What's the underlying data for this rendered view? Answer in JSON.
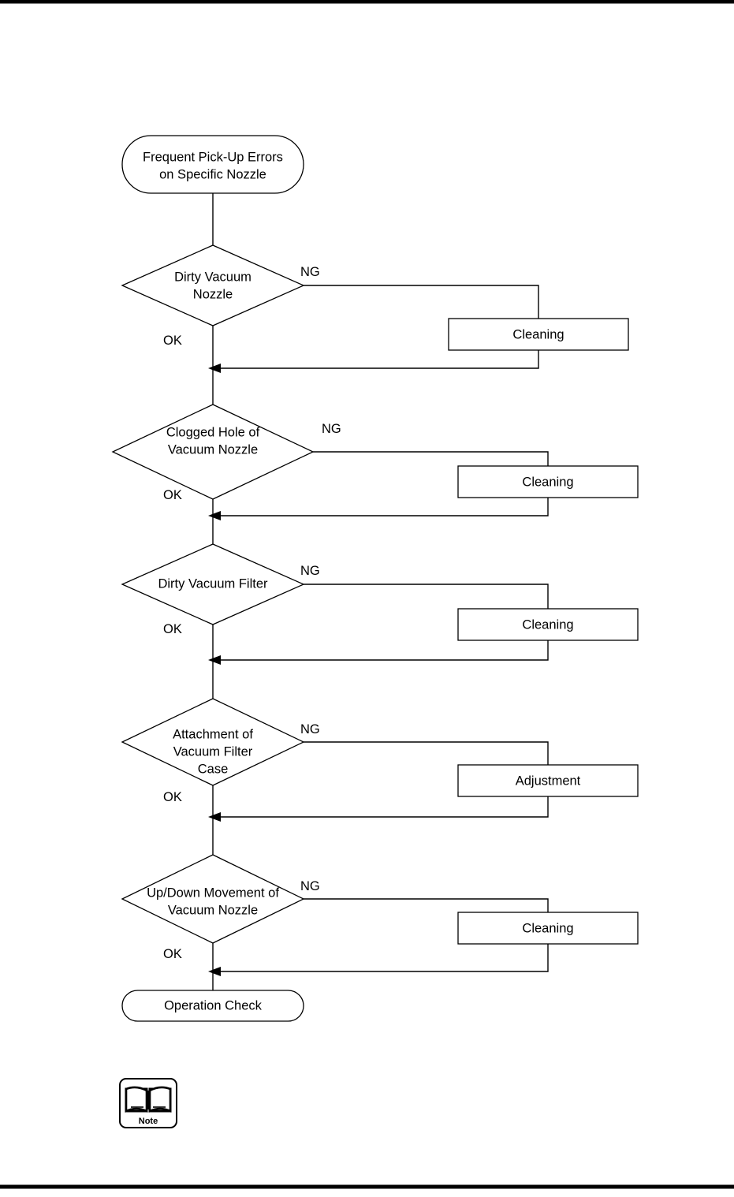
{
  "document": {
    "type": "troubleshooting-flowchart",
    "title": "Frequent Pick-Up Errors on Specific Nozzle"
  },
  "flowchart": {
    "start": {
      "id": "start",
      "shape": "stadium",
      "label_line1": "Frequent Pick-Up Errors",
      "label_line2": "on Specific Nozzle"
    },
    "end": {
      "id": "end",
      "shape": "stadium",
      "label": "Operation Check"
    },
    "edge_labels": {
      "ok": "OK",
      "ng": "NG"
    },
    "steps": [
      {
        "id": "step-1",
        "decision": {
          "shape": "diamond",
          "label_line1": "Dirty Vacuum",
          "label_line2": "Nozzle",
          "label_line3": ""
        },
        "ok_label": "OK",
        "ng_label": "NG",
        "action": {
          "shape": "rect",
          "label": "Cleaning"
        }
      },
      {
        "id": "step-2",
        "decision": {
          "shape": "diamond",
          "label_line1": "Clogged Hole of",
          "label_line2": "Vacuum Nozzle",
          "label_line3": ""
        },
        "ok_label": "OK",
        "ng_label": "NG",
        "action": {
          "shape": "rect",
          "label": "Cleaning"
        }
      },
      {
        "id": "step-3",
        "decision": {
          "shape": "diamond",
          "label_line1": "Dirty Vacuum Filter",
          "label_line2": "",
          "label_line3": ""
        },
        "ok_label": "OK",
        "ng_label": "NG",
        "action": {
          "shape": "rect",
          "label": "Cleaning"
        }
      },
      {
        "id": "step-4",
        "decision": {
          "shape": "diamond",
          "label_line1": "Attachment of",
          "label_line2": "Vacuum Filter",
          "label_line3": "Case"
        },
        "ok_label": "OK",
        "ng_label": "NG",
        "action": {
          "shape": "rect",
          "label": "Adjustment"
        }
      },
      {
        "id": "step-5",
        "decision": {
          "shape": "diamond",
          "label_line1": "Up/Down Movement of",
          "label_line2": "Vacuum Nozzle",
          "label_line3": ""
        },
        "ok_label": "OK",
        "ng_label": "NG",
        "action": {
          "shape": "rect",
          "label": "Cleaning"
        }
      }
    ]
  },
  "note": {
    "icon": "open-book-icon",
    "label": "Note"
  },
  "colors": {
    "line": "#000000",
    "fill": "#ffffff",
    "text": "#000000"
  }
}
